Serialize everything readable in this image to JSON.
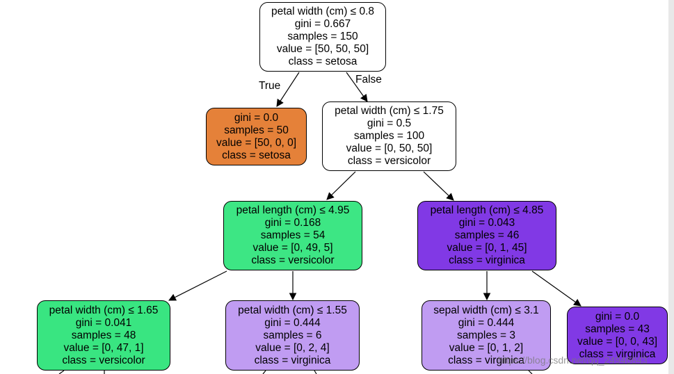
{
  "colors": {
    "white": "#ffffff",
    "setosa": "#e58139",
    "versicolor_strong": "#39e581",
    "versicolor_mid": "#3de684",
    "virginica_strong": "#8139e5",
    "virginica_light": "#c09cf2"
  },
  "edge_labels": {
    "true": "True",
    "false": "False"
  },
  "watermark": "https://blog.csdn.net/qq_24946843",
  "nodes": {
    "root": [
      "petal width (cm) ≤ 0.8",
      "gini = 0.667",
      "samples = 150",
      "value = [50, 50, 50]",
      "class = setosa"
    ],
    "setosa_leaf": [
      "gini = 0.0",
      "samples = 50",
      "value = [50, 0, 0]",
      "class = setosa"
    ],
    "n2": [
      "petal width (cm) ≤ 1.75",
      "gini = 0.5",
      "samples = 100",
      "value = [0, 50, 50]",
      "class = versicolor"
    ],
    "n3": [
      "petal length (cm) ≤ 4.95",
      "gini = 0.168",
      "samples = 54",
      "value = [0, 49, 5]",
      "class = versicolor"
    ],
    "n4": [
      "petal length (cm) ≤ 4.85",
      "gini = 0.043",
      "samples = 46",
      "value = [0, 1, 45]",
      "class = virginica"
    ],
    "n5": [
      "petal width (cm) ≤ 1.65",
      "gini = 0.041",
      "samples = 48",
      "value = [0, 47, 1]",
      "class = versicolor"
    ],
    "n6": [
      "petal width (cm) ≤ 1.55",
      "gini = 0.444",
      "samples = 6",
      "value = [0, 2, 4]",
      "class = virginica"
    ],
    "n7": [
      "sepal width (cm) ≤ 3.1",
      "gini = 0.444",
      "samples = 3",
      "value = [0, 1, 2]",
      "class = virginica"
    ],
    "n8": [
      "gini = 0.0",
      "samples = 43",
      "value = [0, 0, 43]",
      "class = virginica"
    ]
  }
}
